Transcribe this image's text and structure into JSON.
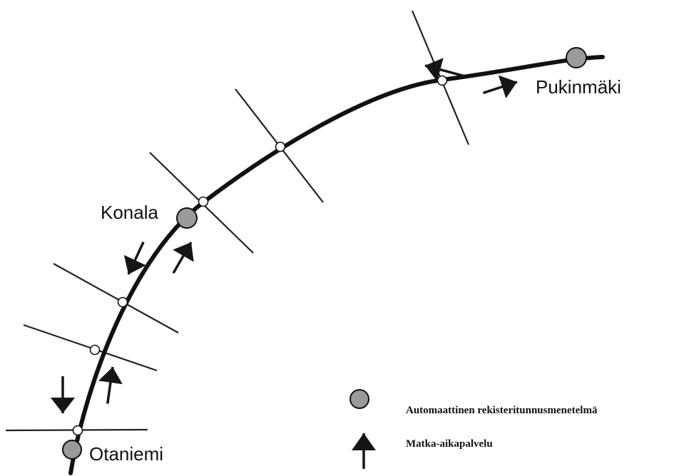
{
  "places": [
    {
      "id": "otaniemi",
      "label": "Otaniemi"
    },
    {
      "id": "konala",
      "label": "Konala"
    },
    {
      "id": "pukinmaki",
      "label": "Pukinmäki"
    }
  ],
  "legend": {
    "camera_label": "Automaattinen rekisteritunnusmenetelmä",
    "travel_time_label": "Matka-aikapalvelu"
  },
  "colors": {
    "route": "#111111",
    "station_fill": "#9a9a9a",
    "crossroad": "#222222",
    "node_fill": "#ffffff",
    "arrow_fill": "#151515"
  }
}
